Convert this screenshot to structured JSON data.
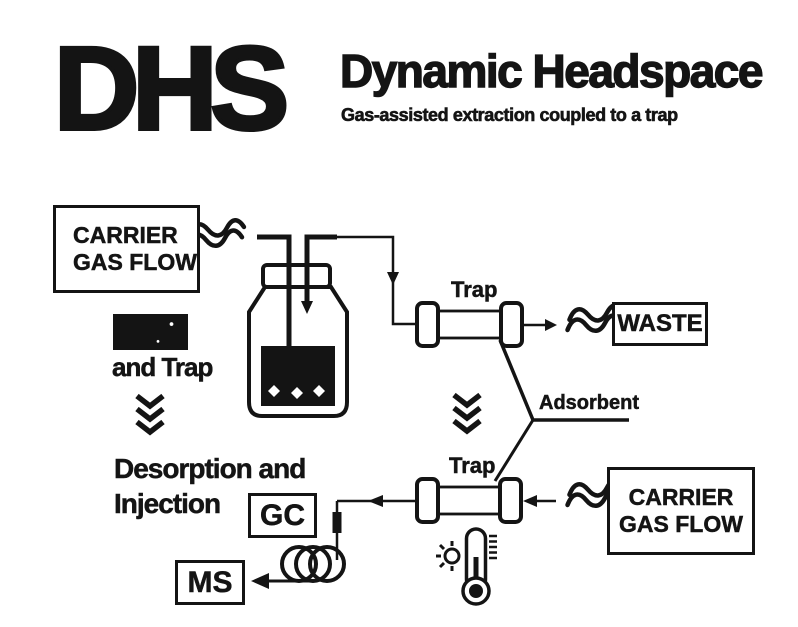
{
  "colors": {
    "ink": "#141414",
    "background": "#ffffff"
  },
  "header": {
    "acronym": "DHS",
    "title": "Dynamic Headspace",
    "subtitle": "Gas-assisted extraction coupled to a trap"
  },
  "boxes": {
    "carrier_top": {
      "line1": "CARRIER",
      "line2": "GAS FLOW"
    },
    "waste": {
      "label": "WASTE"
    },
    "gc": {
      "label": "GC"
    },
    "ms": {
      "label": "MS"
    },
    "carrier_bottom": {
      "line1": "CARRIER",
      "line2": "GAS FLOW"
    }
  },
  "labels": {
    "trap_top": "Trap",
    "trap_bottom": "Trap",
    "adsorbent": "Adsorbent",
    "and_trap": "and Trap",
    "desorption": "Desorption and\nInjection"
  },
  "icons": {
    "wave": "gas-flow-wave-icon",
    "chevron": "double-down-chevron-icon",
    "thermometer": "thermometer-heat-icon",
    "coil": "gc-column-coil-icon",
    "vial": "sample-vial-icon"
  }
}
